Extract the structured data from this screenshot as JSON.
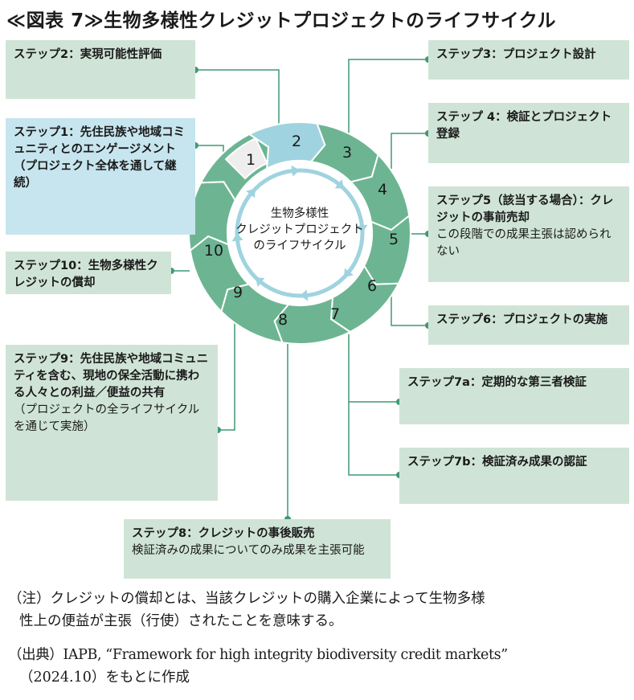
{
  "title": "≪図表 7≫生物多様性クレジットプロジェクトのライフサイクル",
  "colors": {
    "box_green": "#cfe4d6",
    "box_blue": "#c7e5ee",
    "arrow_green": "#6db592",
    "arrow_blue": "#9fd3df",
    "arrow_gray": "#eeeeee",
    "connector": "#3f9a73",
    "inner_ring": "#9fd3df"
  },
  "center_label": [
    "生物多様性",
    "クレジットプロジェクト",
    "のライフサイクル"
  ],
  "cycle_numbers": [
    "1",
    "2",
    "3",
    "4",
    "5",
    "6",
    "7",
    "8",
    "9",
    "10"
  ],
  "steps": {
    "step1": {
      "head": "ステップ1：先住民族や地域コミュニティとのエンゲージメント（プロジェクト全体を通して継続）",
      "sub": ""
    },
    "step2": {
      "head": "ステップ2：実現可能性評価",
      "sub": ""
    },
    "step3": {
      "head": "ステップ3：プロジェクト設計",
      "sub": ""
    },
    "step4": {
      "head": "ステップ 4：検証とプロジェクト登録",
      "sub": ""
    },
    "step5": {
      "head": "ステップ5（該当する場合）：クレジットの事前売却",
      "sub": "この段階での成果主張は認められない"
    },
    "step6": {
      "head": "ステップ6：プロジェクトの実施",
      "sub": ""
    },
    "step7a": {
      "head": "ステップ7a：定期的な第三者検証",
      "sub": ""
    },
    "step7b": {
      "head": "ステップ7b：検証済み成果の認証",
      "sub": ""
    },
    "step8": {
      "head": "ステップ8：クレジットの事後販売",
      "sub": "検証済みの成果についてのみ成果を主張可能"
    },
    "step9": {
      "head": "ステップ9：先住民族や地域コミュニティを含む、現地の保全活動に携わる人々との利益／便益の共有",
      "sub": "（プロジェクトの全ライフサイクルを通じて実施）"
    },
    "step10": {
      "head": "ステップ10：生物多様性クレジットの償却",
      "sub": ""
    }
  },
  "notes": {
    "note_line1": "（注）クレジットの償却とは、当該クレジットの購入企業によって生物多様",
    "note_line2": "性上の便益が主張（行使）されたことを意味する。",
    "source_line1": "（出典）IAPB, “Framework for high integrity biodiversity credit markets”",
    "source_line2": "（2024.10）をもとに作成"
  }
}
